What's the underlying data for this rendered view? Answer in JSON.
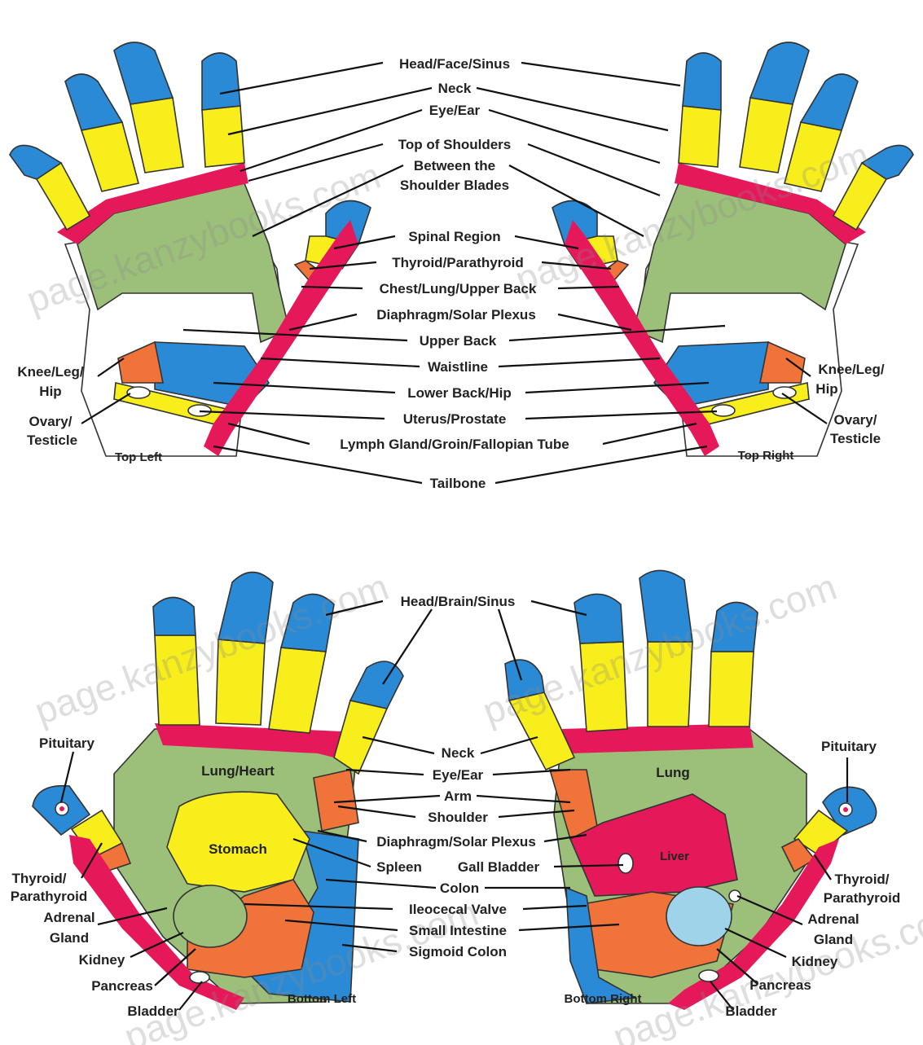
{
  "top": {
    "labels": {
      "head_face_sinus": "Head/Face/Sinus",
      "neck": "Neck",
      "eye_ear": "Eye/Ear",
      "top_of_shoulders": "Top of Shoulders",
      "between_blades_1": "Between the",
      "between_blades_2": "Shoulder Blades",
      "spinal_region": "Spinal Region",
      "thyroid_parathyroid": "Thyroid/Parathyroid",
      "chest_lung_upper_back": "Chest/Lung/Upper Back",
      "diaphragm_solar_plexus": "Diaphragm/Solar Plexus",
      "upper_back": "Upper Back",
      "waistline": "Waistline",
      "lower_back_hip": "Lower Back/Hip",
      "uterus_prostate": "Uterus/Prostate",
      "lymph_gland": "Lymph Gland/Groin/Fallopian Tube",
      "tailbone": "Tailbone",
      "knee_leg_1": "Knee/Leg/",
      "knee_leg_2": "Hip",
      "ovary_1": "Ovary/",
      "ovary_2": "Testicle",
      "top_left": "Top Left",
      "top_right": "Top Right"
    }
  },
  "bottom": {
    "labels": {
      "head_brain_sinus": "Head/Brain/Sinus",
      "neck": "Neck",
      "eye_ear": "Eye/Ear",
      "arm": "Arm",
      "shoulder": "Shoulder",
      "diaphragm_solar_plexus": "Diaphragm/Solar Plexus",
      "spleen": "Spleen",
      "gall_bladder": "Gall Bladder",
      "colon": "Colon",
      "ileocecal_valve": "Ileocecal Valve",
      "small_intestine": "Small Intestine",
      "sigmoid_colon": "Sigmoid Colon",
      "pituitary": "Pituitary",
      "thyroid_1": "Thyroid/",
      "thyroid_2": "Parathyroid",
      "adrenal_1": "Adrenal",
      "adrenal_2": "Gland",
      "kidney": "Kidney",
      "pancreas": "Pancreas",
      "bladder": "Bladder",
      "lung_heart": "Lung/Heart",
      "lung": "Lung",
      "stomach": "Stomach",
      "liver": "Liver",
      "bottom_left": "Bottom Left",
      "bottom_right": "Bottom Right"
    }
  },
  "watermark": "page.kanzybooks.com",
  "colors": {
    "blue": "#2b8ad6",
    "yellow": "#f7ee1c",
    "red": "#e5195a",
    "green": "#9cc07a",
    "orange": "#f0743a",
    "lightblue": "#9fd3ea",
    "white": "#ffffff"
  }
}
